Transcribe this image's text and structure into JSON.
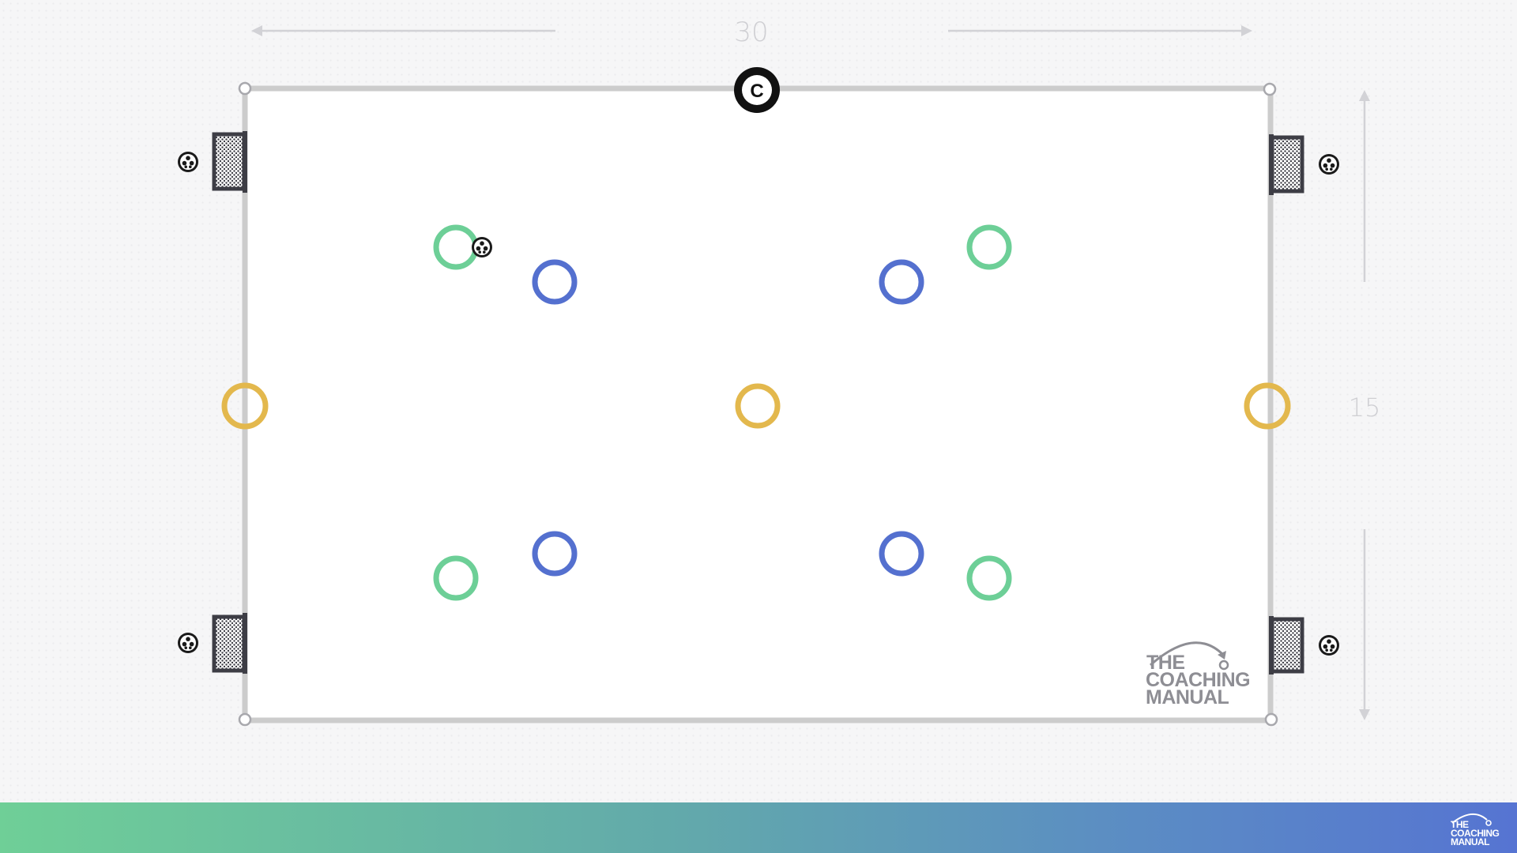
{
  "colors": {
    "field_line": "#cccccc",
    "field_fill": "#ffffff",
    "team_green": "#6dcf97",
    "team_blue": "#5470cf",
    "neutral_gold": "#e3b84d",
    "coach": "#111111",
    "goal_frame": "#3d3d45",
    "ball": "#1a1a1a",
    "dimension": "#cfcfd3",
    "watermark": "#8e8e94"
  },
  "dimensions": {
    "width_label": "30",
    "height_label": "15"
  },
  "coach": {
    "label": "C"
  },
  "watermark": {
    "line1": "THE",
    "line2": "COACHING",
    "line3": "MANUAL"
  },
  "footer_logo": {
    "line1": "THE",
    "line2": "COACHING",
    "line3": "MANUAL"
  }
}
